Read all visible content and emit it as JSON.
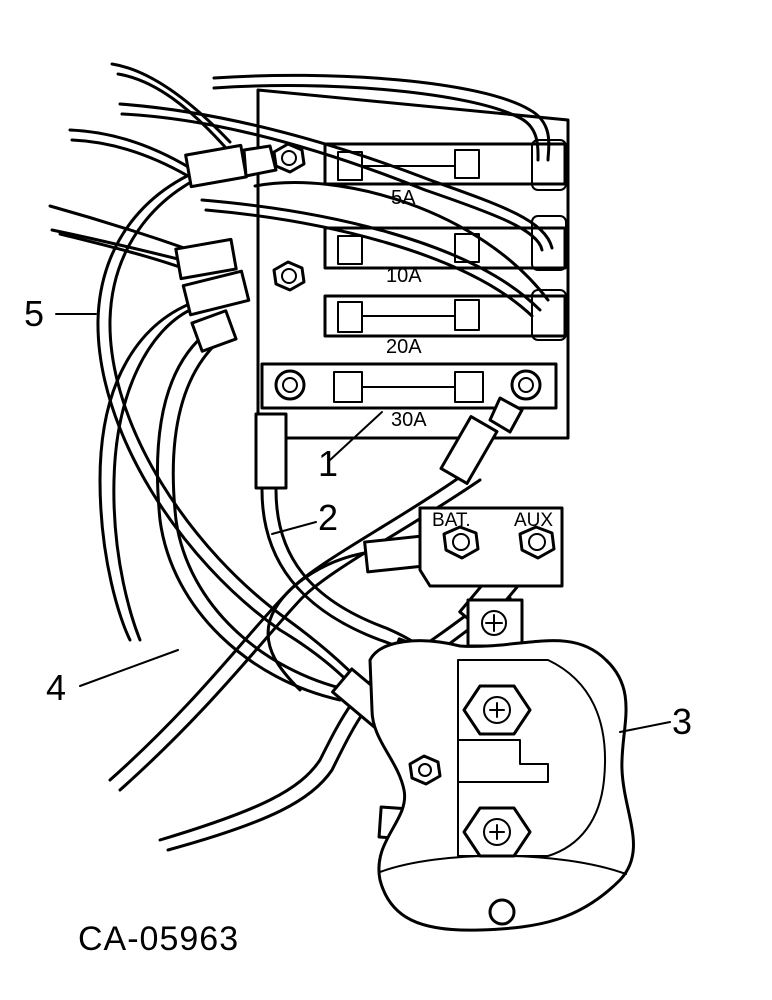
{
  "fuses": [
    "5A",
    "10A",
    "20A",
    "30A"
  ],
  "terminals": {
    "battery": "BAT.",
    "auxiliary": "AUX"
  },
  "callouts": [
    "1",
    "2",
    "3",
    "4",
    "5"
  ],
  "drawing_code": "CA-05963"
}
